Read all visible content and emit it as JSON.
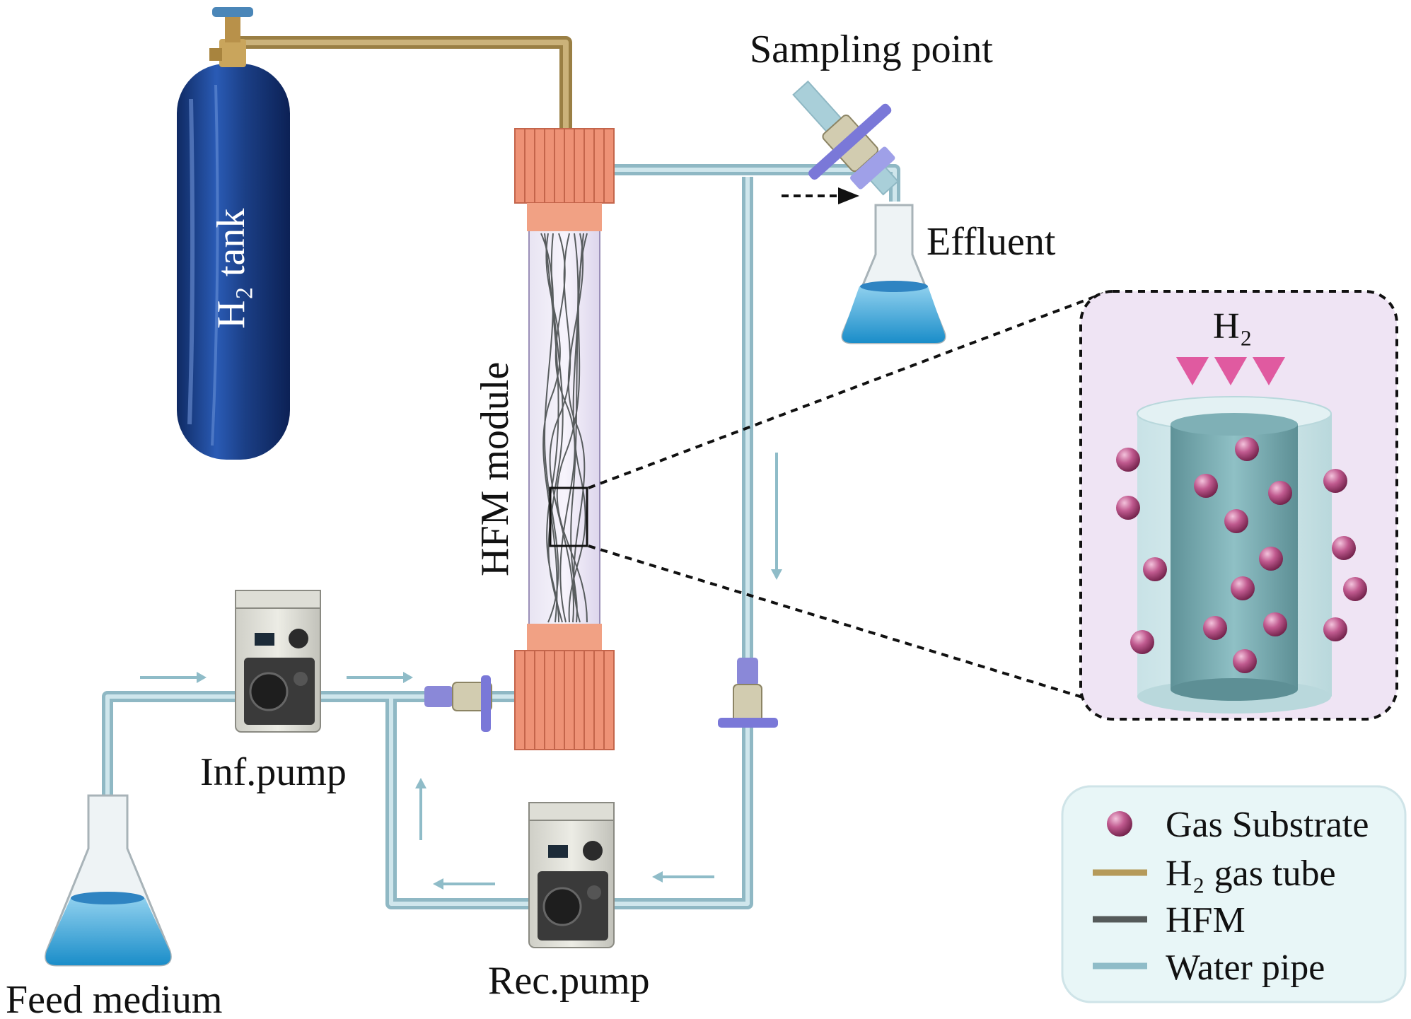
{
  "labels": {
    "h2_tank": "H₂ tank",
    "hfm_module": "HFM module",
    "sampling_point": "Sampling point",
    "effluent": "Effluent",
    "inf_pump": "Inf.pump",
    "rec_pump": "Rec.pump",
    "feed_medium": "Feed medium",
    "inset_h2": "H₂"
  },
  "legend": {
    "items": [
      {
        "label": "Gas Substrate",
        "symbol": "sphere"
      },
      {
        "label": "H₂ gas tube",
        "symbol": "line",
        "color": "#b59a5a"
      },
      {
        "label": "HFM",
        "symbol": "line",
        "color": "#555a5a"
      },
      {
        "label": "Water pipe",
        "symbol": "line",
        "color": "#8fbcc8"
      }
    ]
  },
  "colors": {
    "water_pipe": "#a9cfd9",
    "gas_tube": "#b59a5a",
    "module_cap": "#ee9276",
    "tank": "#1b3f86",
    "sphere": "#b4457d",
    "inset_bg": "#efe4f4",
    "legend_bg": "#e8f6f7",
    "h2_arrow": "#e05aa0"
  }
}
